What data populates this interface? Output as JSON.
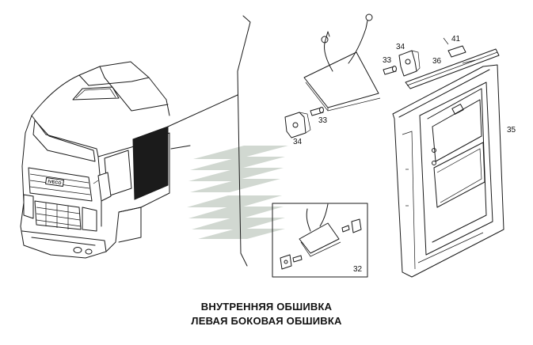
{
  "captions": {
    "line1": "ВНУТРЕННЯЯ ОБШИВКА",
    "line2": "ЛЕВАЯ БОКОВАЯ ОБШИВКА"
  },
  "callouts": {
    "c32": "32",
    "c33a": "33",
    "c33b": "33",
    "c34a": "34",
    "c34b": "34",
    "c35": "35",
    "c36": "36",
    "c41": "41"
  },
  "truck": {
    "grille_badge": "IVECO"
  },
  "colors": {
    "line": "#1a1a1a",
    "watermark": "#c9d2c9",
    "cab_window": "#1b1b1b"
  }
}
